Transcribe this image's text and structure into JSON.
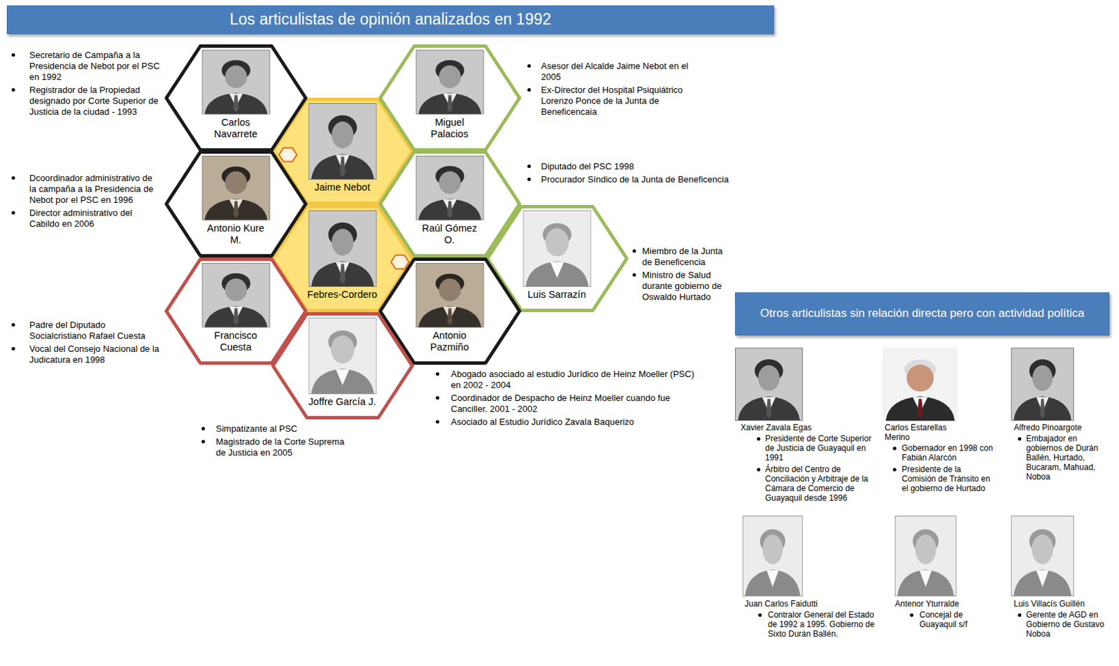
{
  "diagram": {
    "title": "Los articulistas de opinión analizados en 1992",
    "nodes": [
      {
        "text": [
          "Carlos Navarrete"
        ]
      },
      {
        "text": [
          "Jaime Nebot"
        ]
      },
      {
        "text": [
          "Miguel Palacios"
        ]
      },
      {
        "text": [
          "Antonio Kure M."
        ]
      },
      {
        "text": [
          "Raúl Gómez O."
        ]
      },
      {
        "text": [
          "Febres-Cordero"
        ]
      },
      {
        "text": [
          "Luis Sarrazín"
        ]
      },
      {
        "text": [
          "Francisco Cuesta"
        ]
      },
      {
        "text": [
          "Antonio Pazmiño"
        ]
      },
      {
        "text": [
          "Joffre García J."
        ]
      },
      {
        "text": [
          "Otros articulistas sin relación directa pero con actividad política"
        ]
      }
    ],
    "labels": [
      "Secretario de Campaña a la Presidencia de Nebot por el PSC en 1992",
      "Registrador de la Propiedad designado por Corte Superior de Justicia de la ciudad - 1993",
      "Dcoordinador administrativo de la campaña a la Presidencia de Nebot por el PSC en 1996",
      "Director administrativo del Cabildo en 2006",
      "Padre del Diputado Socialcristiano Rafael Cuesta",
      "Vocal del Consejo Nacional de la Judicatura en 1998",
      "Simpatizante al PSC",
      "Magistrado de la Corte Suprema de Justicia en 2005",
      "Abogado asociado al estudio Jurídico de Heinz Moeller (PSC) en 2002 - 2004",
      "Coordinador de Despacho de Heinz Moeller cuando fue Canciller. 2001 - 2002",
      "Asociado al Estudio Jurídico Zavala Baquerizo",
      "Asesor del Alcalde Jaime Nebot en el 2005",
      "Ex-Director del Hospital Psiquiátrico Lorenzo Ponce de la Junta de Beneficencaia",
      "Diputado del PSC 1998",
      "Procurador Síndico de la Junta de Beneficencia",
      "Miembro de la Junta de Beneficencia",
      "Ministro de Salud durante gobierno de Oswaldo Hurtado",
      "Xavier Zavala Egas",
      "Presidente de Corte Superior de Justicia de Guayaquil en 1991",
      "Árbitro del Centro de Conciliación y Arbitraje de la Cámara de Comercio de Guayaquil desde 1996",
      "Carlos Estarellas Merino",
      "Gobernador en 1998 con Fabián Alarcón",
      "Presidente de la Comisión de Tránsito en el gobierno de Hurtado",
      "Alfredo Pinoargote",
      "Embajador en gobiernos de Durán Ballén, Hurtado, Bucaram, Mahuad, Noboa",
      "Juan Carlos Faidutti",
      "Contralor General del Estado de 1992 a 1995. Gobierno de Sixto Durán Ballén.",
      "Antenor Yturralde",
      "Concejal de Guayaquil s/f",
      "Luis Villacís Guillén",
      "Gerente de AGD en Gobierno de Gustavo Noboa"
    ]
  }
}
